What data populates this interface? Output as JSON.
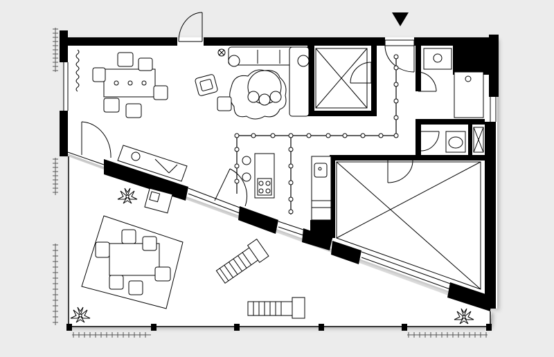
{
  "plan": {
    "background": "#ececec",
    "wall_color": "#000000",
    "floor_color": "#ffffff",
    "line_color": "#222222",
    "entrance_marker": "down-triangle-icon",
    "rooms": [
      {
        "id": "living-dining"
      },
      {
        "id": "kitchen"
      },
      {
        "id": "shower-room"
      },
      {
        "id": "bathroom"
      },
      {
        "id": "toilet"
      },
      {
        "id": "void-stair"
      },
      {
        "id": "entry"
      },
      {
        "id": "terrace"
      }
    ]
  }
}
